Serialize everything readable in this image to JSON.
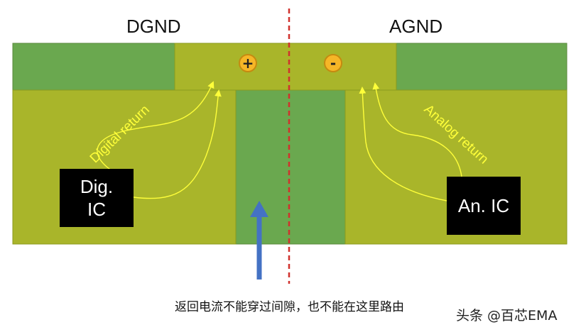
{
  "labels": {
    "dgnd": "DGND",
    "agnd": "AGND",
    "plus": "+",
    "minus": "-",
    "digital_return": "Digital return",
    "analog_return": "Analog return",
    "dig_ic_line1": "Dig.",
    "dig_ic_line2": "IC",
    "an_ic": "An. IC",
    "caption": "返回电流不能穿过间隙，也不能在这里路由",
    "watermark": "头条 @百芯EMA"
  },
  "colors": {
    "plane_green": "#6aa84f",
    "copper_olive": "#a9b52a",
    "trace_yellow": "#ffff3a",
    "split_line_red": "#d0312d",
    "arrow_blue": "#4472c4",
    "terminal_orange": "#f6b627"
  }
}
